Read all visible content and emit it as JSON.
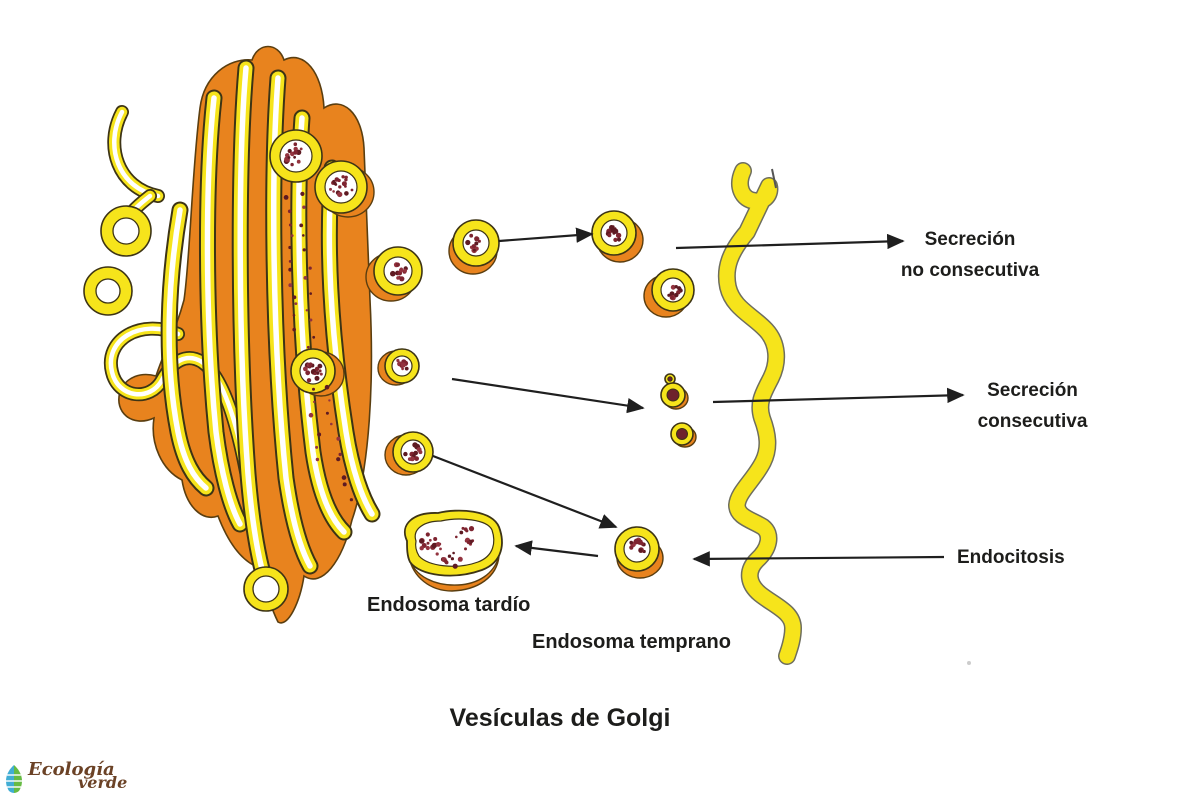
{
  "title": "Vesículas de Golgi",
  "labels": {
    "no_consecutiva": {
      "line1": "Secreción",
      "line2": "no consecutiva"
    },
    "consecutiva": {
      "line1": "Secreción",
      "line2": "consecutiva"
    },
    "endocitosis": "Endocitosis",
    "endosoma_tardio": "Endosoma tardío",
    "endosoma_temprano": "Endosoma temprano"
  },
  "logo": {
    "word_top": "Ecología",
    "word_bottom": "verde"
  },
  "icons": {
    "logo_leaf": "leaf-icon"
  },
  "colors": {
    "golgi_orange": "#E8831E",
    "membrane_yellow": "#F6E41B",
    "vesicle_content_maroon": "#7E2430",
    "outline_brown": "#3D3415",
    "arrow_black": "#1F1F1F",
    "label_text": "#1D1D1B",
    "logo_brown": "#6B4226",
    "leaf_blue": "#41ADD4",
    "leaf_green": "#66BB44"
  }
}
